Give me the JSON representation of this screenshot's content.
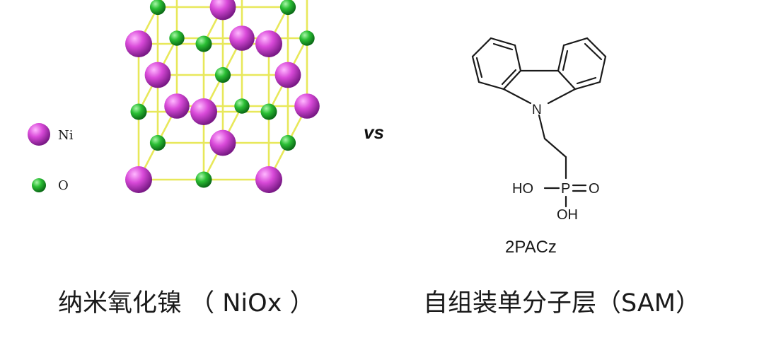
{
  "colors": {
    "ni": "#cc33cc",
    "o": "#1fae2a",
    "bond": "#e8e85a",
    "text": "#1a1a1a"
  },
  "legend": {
    "ni_label": "Ni",
    "o_label": "O"
  },
  "vs_label": "vs",
  "molecule": {
    "n_atom": "N",
    "ho": "HO",
    "p_atom": "P",
    "o_atom": "O",
    "oh": "OH",
    "name": "2PACz"
  },
  "captions": {
    "left": "纳米氧化镍 （ NiOx ）",
    "right": "自组装单分子层（SAM）"
  }
}
